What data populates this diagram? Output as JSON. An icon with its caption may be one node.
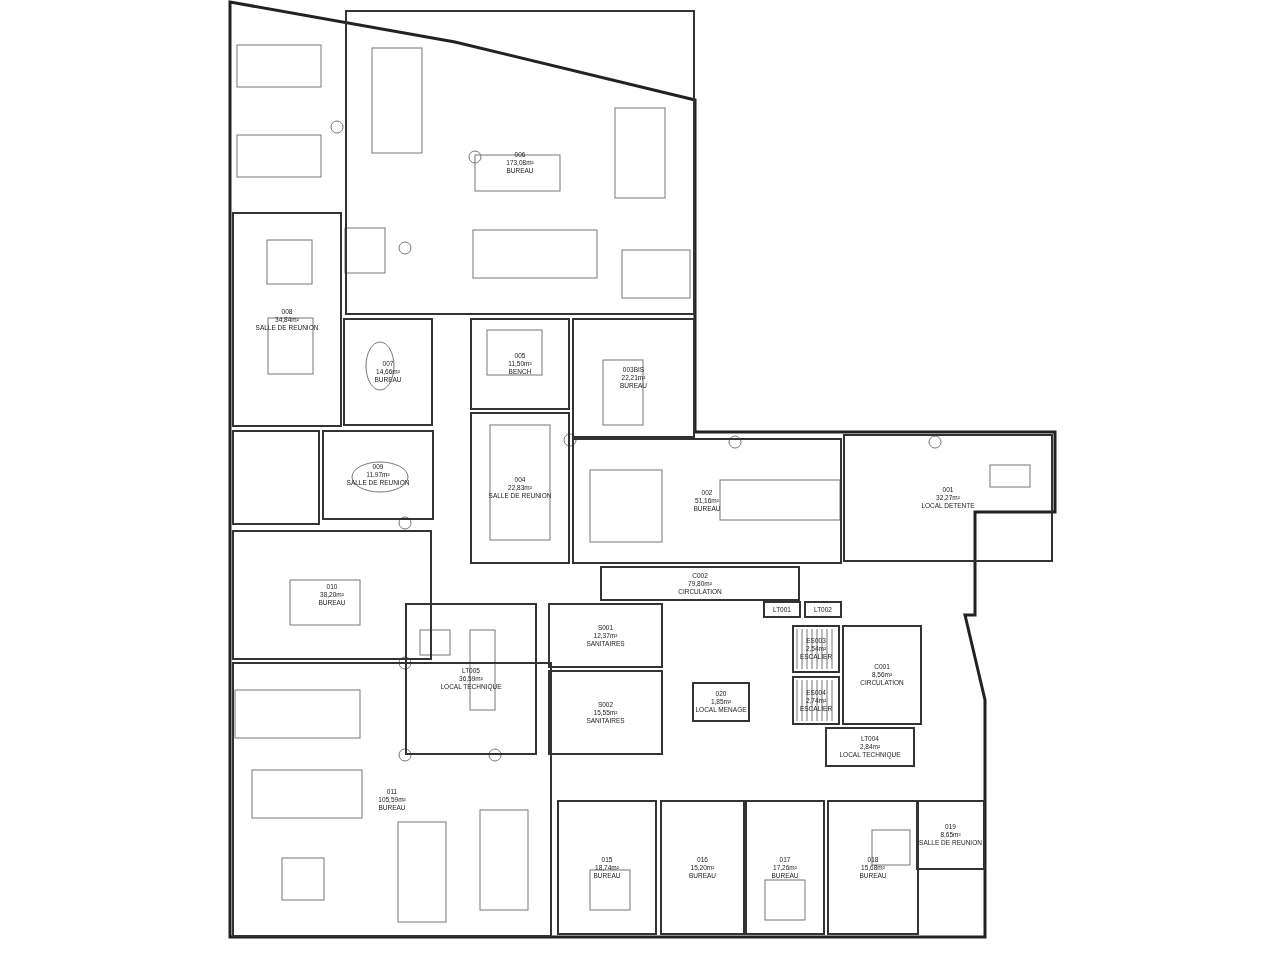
{
  "diagram": {
    "nodes": [
      {
        "text": [
          "006",
          "173,08m²",
          "BUREAU"
        ]
      },
      {
        "text": [
          "008",
          "34,84m²",
          "SALLE DE REUNION"
        ]
      },
      {
        "text": [
          "007",
          "14,66m²",
          "BUREAU"
        ]
      },
      {
        "text": [
          "005",
          "11,50m²",
          "BENCH"
        ]
      },
      {
        "text": [
          "003BIS",
          "22,21m²",
          "BUREAU"
        ]
      },
      {
        "text": [],
        "shape": "box"
      },
      {
        "text": [
          "009",
          "11,97m²",
          "SALLE DE REUNION"
        ]
      },
      {
        "text": [
          "004",
          "22,83m²",
          "SALLE DE REUNION"
        ]
      },
      {
        "text": [
          "002",
          "51,16m²",
          "BUREAU"
        ]
      },
      {
        "text": [
          "001",
          "32,27m²",
          "LOCAL DETENTE"
        ]
      },
      {
        "text": [
          "C002",
          "79,80m²",
          "CIRCULATION"
        ]
      },
      {
        "text": [
          "010",
          "38,20m²",
          "BUREAU"
        ]
      },
      {
        "text": [
          "LT005",
          "36,59m²",
          "LOCAL TECHNIQUE"
        ]
      },
      {
        "text": [
          "S001",
          "12,37m²",
          "SANITAIRES"
        ]
      },
      {
        "text": [
          "LT001"
        ]
      },
      {
        "text": [
          "LT002"
        ]
      },
      {
        "text": [
          "ES003",
          "2,54m²",
          "ESCALIER"
        ]
      },
      {
        "text": [
          "C001",
          "8,56m²",
          "CIRCULATION"
        ]
      },
      {
        "text": [
          "S002",
          "15,55m²",
          "SANITAIRES"
        ]
      },
      {
        "text": [
          "020",
          "1,85m²",
          "LOCAL MENAGE"
        ]
      },
      {
        "text": [
          "ES004",
          "2,74m²",
          "ESCALIER"
        ]
      },
      {
        "text": [
          "LT004",
          "2,84m²",
          "LOCAL TECHNIQUE"
        ]
      },
      {
        "text": [
          "011",
          "105,59m²",
          "BUREAU"
        ]
      },
      {
        "text": [
          "015",
          "18,74m²",
          "BUREAU"
        ]
      },
      {
        "text": [
          "016",
          "15,20m²",
          "BUREAU"
        ]
      },
      {
        "text": [
          "017",
          "17,26m²",
          "BUREAU"
        ]
      },
      {
        "text": [
          "018",
          "15,68m²",
          "BUREAU"
        ]
      },
      {
        "text": [
          "019",
          "8,65m²",
          "SALLE DE REUNION"
        ]
      }
    ]
  }
}
